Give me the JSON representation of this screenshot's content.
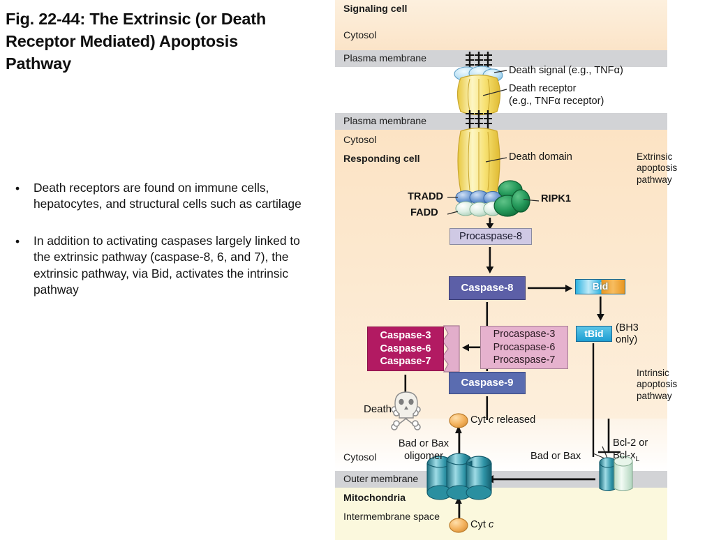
{
  "slide": {
    "title": "Fig. 22-44: The Extrinsic (or Death Receptor Mediated) Apoptosis Pathway",
    "bullets": [
      "Death receptors are found on immune cells, hepatocytes, and structural cells such as cartilage",
      "In addition to activating caspases largely linked to the extrinsic pathway (caspase-8, 6, and 7), the extrinsic pathway, via Bid, activates the intrinsic pathway"
    ],
    "bullet_glyph": "•"
  },
  "figure": {
    "bands": {
      "signaling_cell": "Signaling cell",
      "cytosol_top": "Cytosol",
      "plasma_membrane_1": "Plasma membrane",
      "plasma_membrane_2": "Plasma membrane",
      "cytosol_responding": "Cytosol",
      "responding_cell": "Responding cell",
      "cytosol_bottom": "Cytosol",
      "outer_membrane": "Outer membrane",
      "mitochondria": "Mitochondria",
      "intermembrane_space": "Intermembrane space"
    },
    "annotations": {
      "death_signal": "Death signal (e.g., TNFα)",
      "death_receptor": "Death receptor\n(e.g., TNFα receptor)",
      "death_domain": "Death domain",
      "tradd": "TRADD",
      "fadd": "FADD",
      "ripk1": "RIPK1",
      "bad_or_bax_oligomer": "Bad or Bax\noligomer",
      "bad_or_bax": "Bad or Bax",
      "bcl2_or_bclxl": "Bcl-2 or\nBcl-x",
      "bcl2_subscript": "L",
      "cyt_c_released_pre": "Cyt ",
      "cyt_c_released_italic": "c",
      "cyt_c_released_post": " released",
      "cyt_c_pre": "Cyt ",
      "cyt_c_italic": "c",
      "death": "Death"
    },
    "nodes": {
      "procaspase8": "Procaspase-8",
      "caspase8": "Caspase-8",
      "caspase9": "Caspase-9",
      "caspases_active": [
        "Caspase-3",
        "Caspase-6",
        "Caspase-7"
      ],
      "procaspases": [
        "Procaspase-3",
        "Procaspase-6",
        "Procaspase-7"
      ],
      "bid": "Bid",
      "tbid": "tBid",
      "bh3_only": "(BH3\nonly)"
    },
    "pathway_captions": {
      "extrinsic": "Extrinsic\napoptosis\npathway",
      "intrinsic": "Intrinsic\napoptosis\npathway"
    },
    "colors": {
      "membrane_gray": "#d2d3d6",
      "cytosol_cream": "#fce3c4",
      "mitochondria_yellow": "#fbf8dd",
      "caspase8_blue": "#5c5fa7",
      "caspase9_blue": "#5a6cb0",
      "active_caspase_magenta": "#b21a62",
      "procaspase_pink": "#e6b2ce",
      "procaspase8_lavender": "#cfc9e4",
      "bid_cyan": "#2cb2e0",
      "bid_orange": "#e8951f",
      "receptor_yellow": "#f5e37a",
      "ripk1_green": "#1f8a4c",
      "tradd_blue": "#5a87c4",
      "fadd_palegreen": "#d7ece0",
      "cytc_orange": "#f0b05a",
      "bax_teal": "#2a8fa0"
    }
  }
}
